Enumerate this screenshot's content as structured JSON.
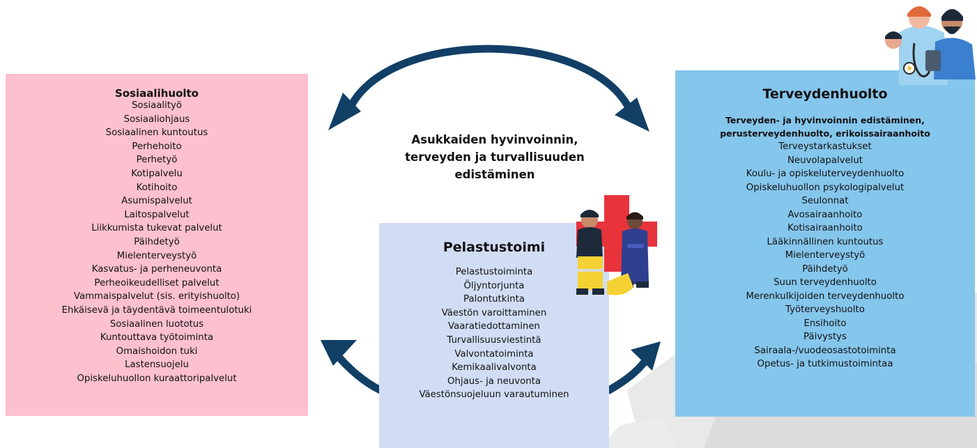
{
  "colors": {
    "social_bg": "#FCC0CE",
    "health_bg": "#85C6EC",
    "rescue_bg": "#D1DDF5",
    "arrow": "#123F66"
  },
  "center": {
    "lines": [
      "Asukkaiden hyvinvoinnin,",
      "terveyden ja turvallisuuden",
      "edistäminen"
    ]
  },
  "social": {
    "title": "Sosiaalihuolto",
    "items": [
      "Sosiaalityö",
      "Sosiaaliohjaus",
      "Sosiaalinen kuntoutus",
      "Perhehoito",
      "Perhetyö",
      "Kotipalvelu",
      "Kotihoito",
      "Asumispalvelut",
      "Laitospalvelut",
      "Liikkumista tukevat palvelut",
      "Päihdetyö",
      "Mielenterveystyö",
      "Kasvatus- ja perheneuvonta",
      "Perheoikeudelliset palvelut",
      "Vammaispalvelut (sis. erityishuolto)",
      "Ehkäisevä ja täydentävä toimeentulotuki",
      "Sosiaalinen luototus",
      "Kuntouttava työtoiminta",
      "Omaishoidon tuki",
      "Lastensuojelu",
      "Opiskeluhuollon kuraattoripalvelut"
    ]
  },
  "health": {
    "title": "Terveydenhuolto",
    "subtitle_lines": [
      "Terveyden- ja hyvinvoinnin edistäminen,",
      "perusterveydenhuolto, erikoissairaanhoito"
    ],
    "items": [
      "Terveystarkastukset",
      "Neuvolapalvelut",
      "Koulu- ja opiskeluterveydenhuolto",
      "Opiskeluhuollon psykologipalvelut",
      "Seulonnat",
      "Avosairaanhoito",
      "Kotisairaanhoito",
      "Lääkinnällinen kuntoutus",
      "Mielenterveystyö",
      "Päihdetyö",
      "Suun terveydenhuolto",
      "Merenkulkijoiden terveydenhuolto",
      "Työterveyshuolto",
      "Ensihoito",
      "Päivystys",
      "Sairaala-/vuodeosastotoiminta",
      "Opetus- ja tutkimustoimintaa"
    ]
  },
  "rescue": {
    "title": "Pelastustoimi",
    "items": [
      "Pelastustoiminta",
      "Öljyntorjunta",
      "Palontutkinta",
      "Väestön varoittaminen",
      "Vaaratiedottaminen",
      "Turvallisuusviestintä",
      "Valvontatoiminta",
      "Kemikaalivalvonta",
      "Ohjaus- ja neuvonta",
      "Väestönsuojeluun varautuminen"
    ]
  }
}
